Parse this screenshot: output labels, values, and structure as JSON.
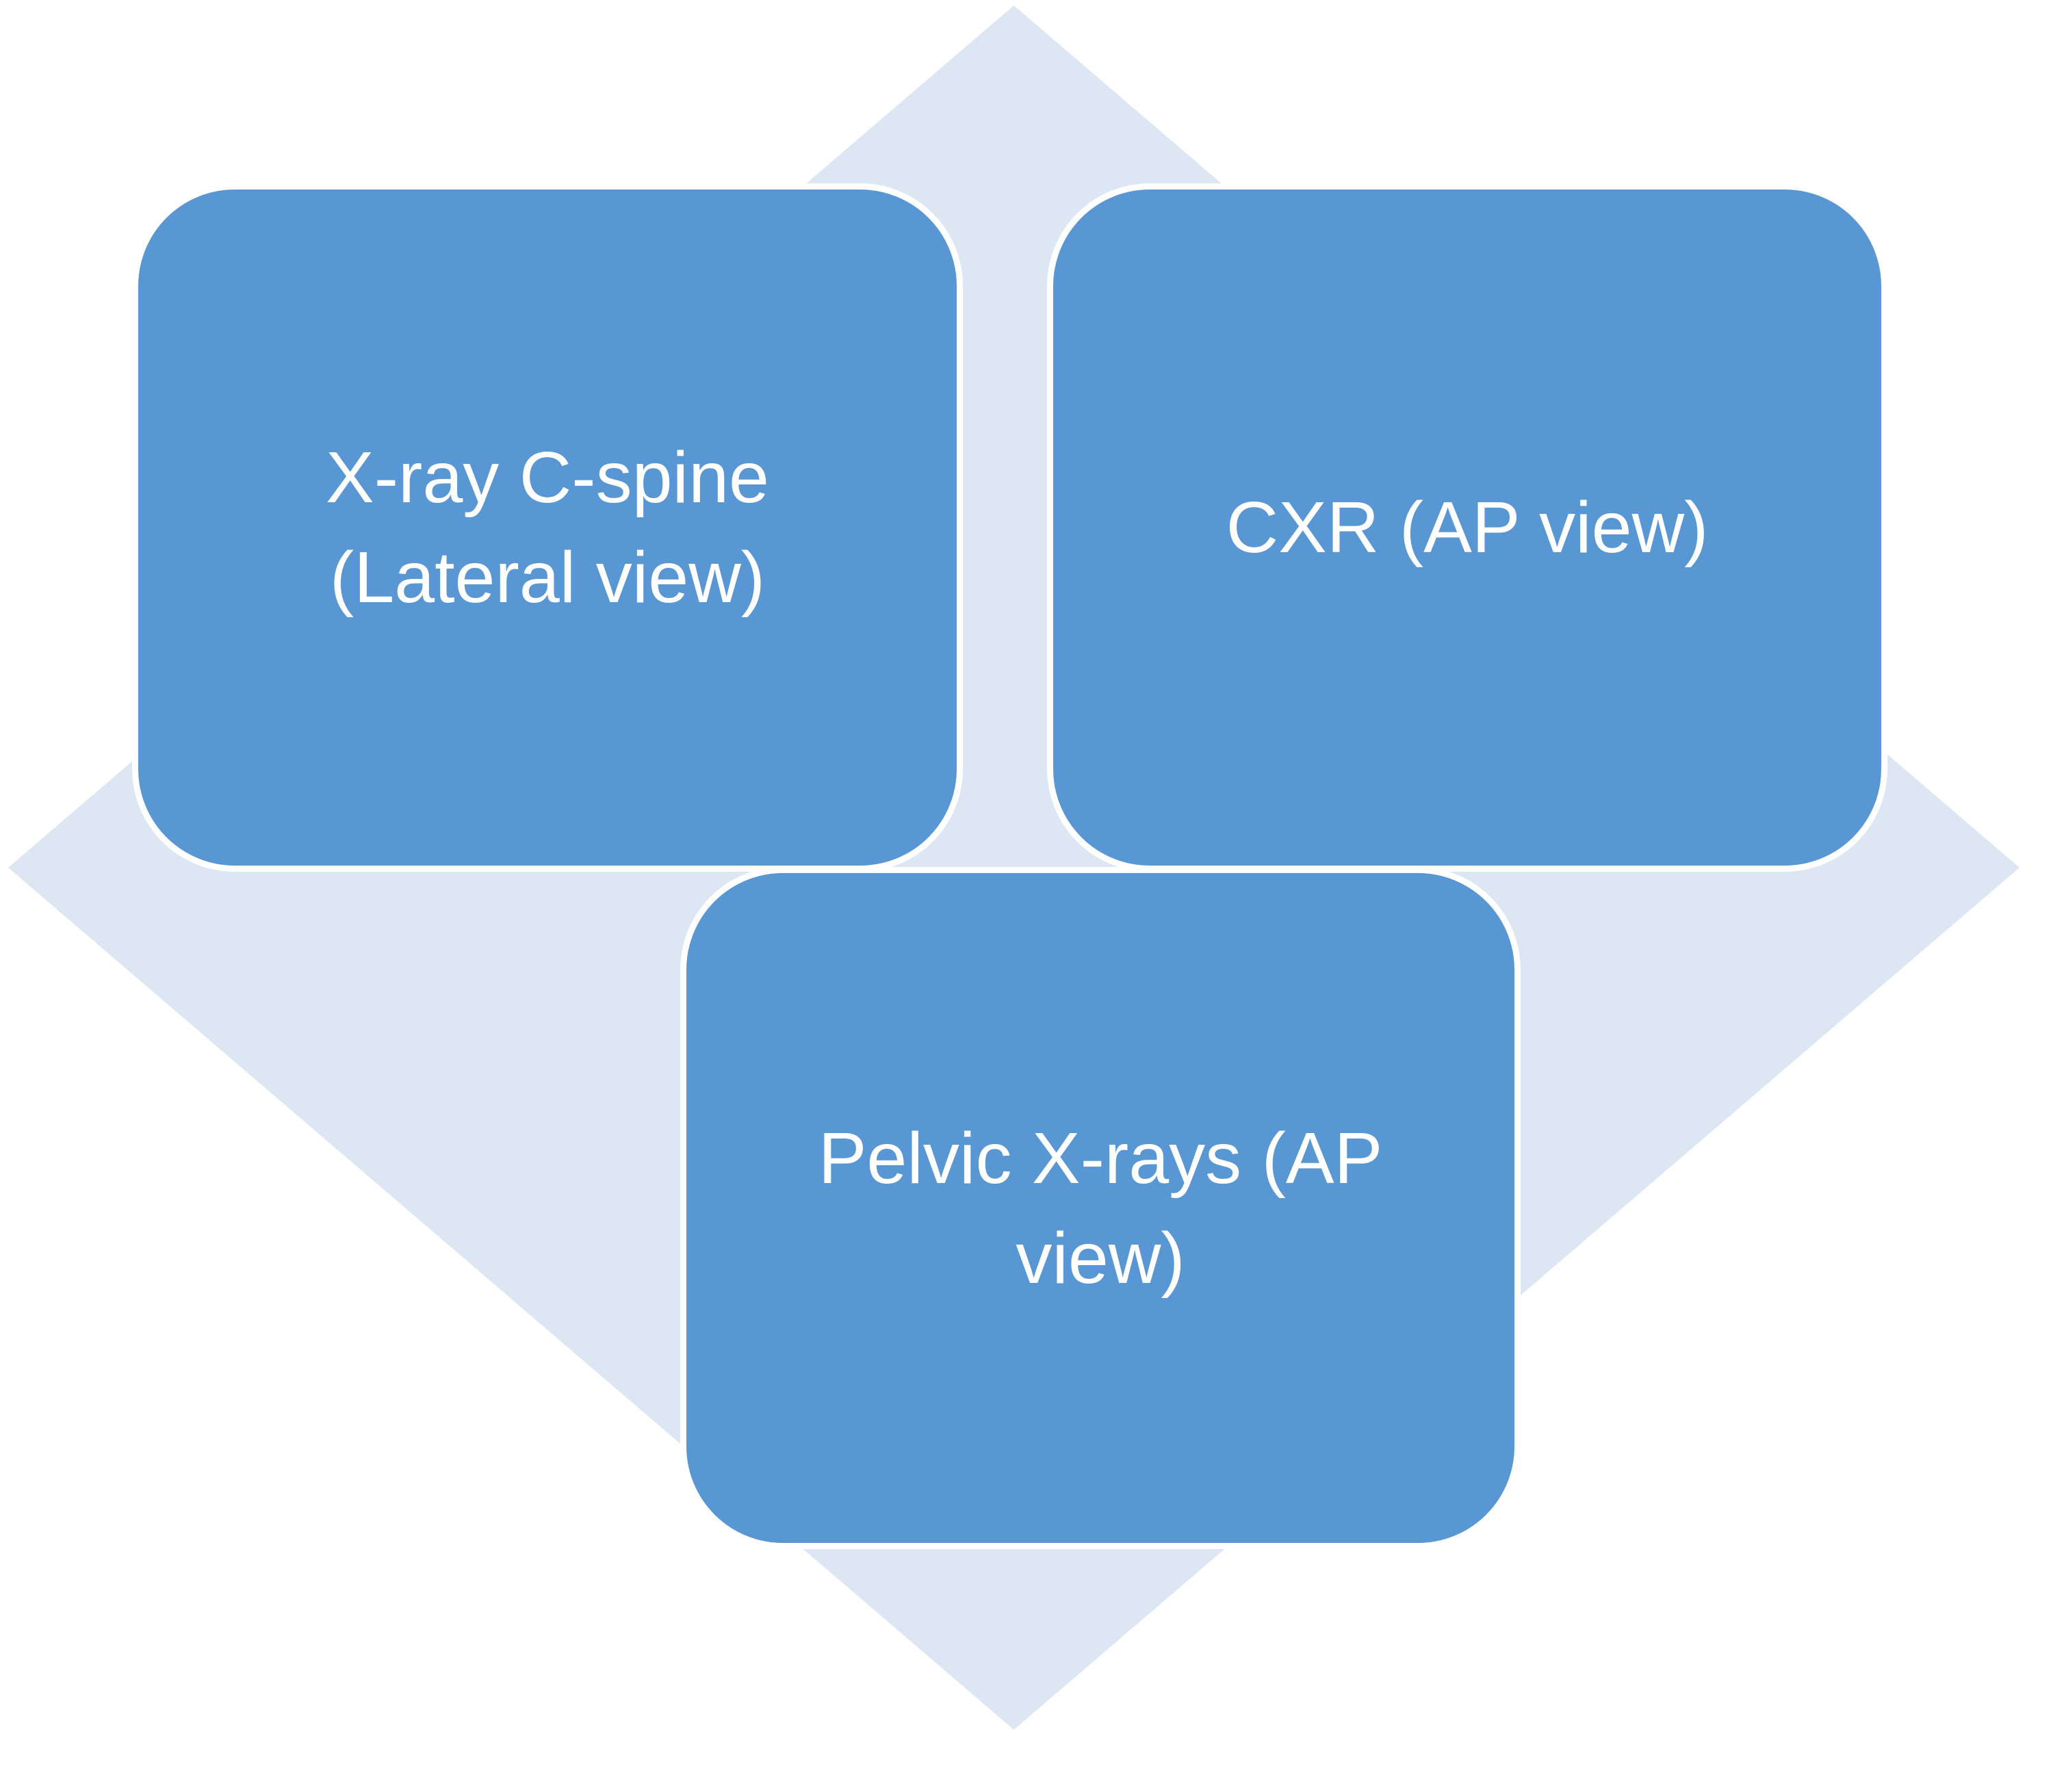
{
  "diagram": {
    "type": "shape-diagram",
    "description_of_visual": "Three rounded rectangle nodes arranged over a large light blue diamond background",
    "colors": {
      "page_background": "#ffffff",
      "diamond_fill": "#dce7f3",
      "node_fill": "#5897d3",
      "node_border": "#ffffff",
      "node_text": "#ffffff"
    },
    "nodes": [
      {
        "id": "xray-c-spine",
        "label": "X-ray C-spine (Lateral view)",
        "lines": [
          "X-ray C-spine",
          "(Lateral view)"
        ]
      },
      {
        "id": "cxr-ap-view",
        "label": "CXR (AP view)",
        "lines": [
          "CXR (AP view)"
        ]
      },
      {
        "id": "pelvic-xrays-ap-view",
        "label": "Pelvic X-rays (AP view)",
        "lines": [
          "Pelvic X-rays (AP",
          "view)"
        ]
      }
    ]
  }
}
